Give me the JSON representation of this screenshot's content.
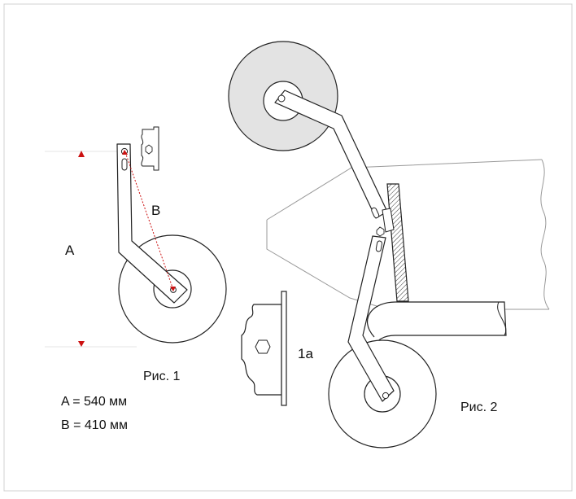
{
  "figure1": {
    "caption": "Рис. 1",
    "label_a": "A",
    "label_b": "B",
    "inset_label": "1a"
  },
  "figure2": {
    "caption": "Рис. 2"
  },
  "dimensions": {
    "a": "A = 540 мм",
    "b": "B = 410 мм"
  },
  "colors": {
    "line": "#222222",
    "wheel_fill_fig2_top": "#e3e3e3",
    "dimension_mark": "#cc1111",
    "tractor_outline": "#9a9a9a",
    "border": "#d0d0d0"
  }
}
